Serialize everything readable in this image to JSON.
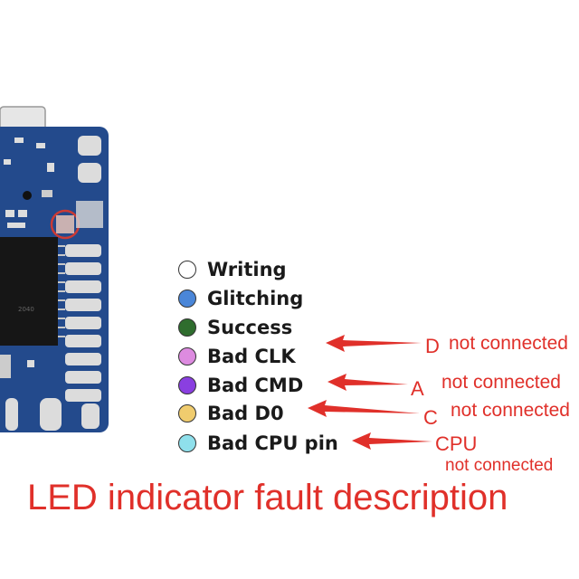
{
  "legend": [
    {
      "label": "Writing",
      "color": "#ffffff"
    },
    {
      "label": "Glitching",
      "color": "#4a86d8"
    },
    {
      "label": "Success",
      "color": "#2f6d2e"
    },
    {
      "label": "Bad CLK",
      "color": "#dd8be0"
    },
    {
      "label": "Bad CMD",
      "color": "#8a3fe0"
    },
    {
      "label": "Bad D0",
      "color": "#f0cc6e"
    },
    {
      "label": "Bad CPU pin",
      "color": "#8fe0ec"
    }
  ],
  "annotations": {
    "clk": {
      "letter": "D",
      "text": "not connected"
    },
    "cmd": {
      "letter": "A",
      "text": "not connected"
    },
    "d0": {
      "letter": "C",
      "text": "not connected"
    },
    "cpu": {
      "letter": "CPU",
      "text": "not connected"
    }
  },
  "caption": "LED indicator fault description",
  "colors": {
    "accent": "#e0302a",
    "pcb": "#234a8c",
    "pad": "#dcdcdc"
  }
}
